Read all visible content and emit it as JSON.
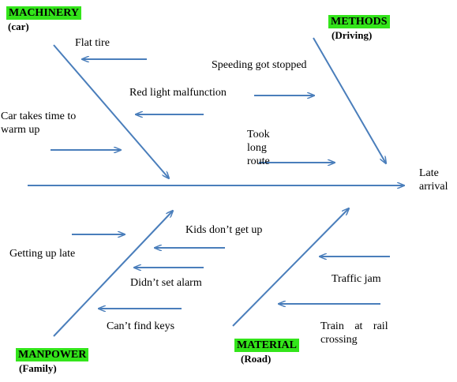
{
  "effect": {
    "line1": "Late",
    "line2": "arrival"
  },
  "categories": {
    "machinery": {
      "title": "MACHINERY",
      "sub": "(car)",
      "highlight": "#33e51a"
    },
    "methods": {
      "title": "METHODS",
      "sub": "(Driving)",
      "highlight": "#33e51a"
    },
    "manpower": {
      "title": "MANPOWER",
      "sub": "(Family)",
      "highlight": "#33e51a"
    },
    "material": {
      "title": "MATERIAL",
      "sub": "(Road)",
      "highlight": "#33e51a"
    }
  },
  "causes": {
    "flat_tire": "Flat tire",
    "red_light": "Red light malfunction",
    "car_warm_line1": "Car takes time to",
    "car_warm_line2": "warm up",
    "speeding": "Speeding got stopped",
    "long_route_line1": "Took long",
    "long_route_line2": "route",
    "kids": "Kids don’t get up",
    "getting_up": "Getting up late",
    "alarm": "Didn’t set alarm",
    "keys": "Can’t find keys",
    "traffic": "Traffic jam",
    "train_line1": "Train at rail",
    "train_line2": "crossing"
  },
  "colors": {
    "line": "#4a7ebb",
    "highlight": "#33e51a"
  }
}
